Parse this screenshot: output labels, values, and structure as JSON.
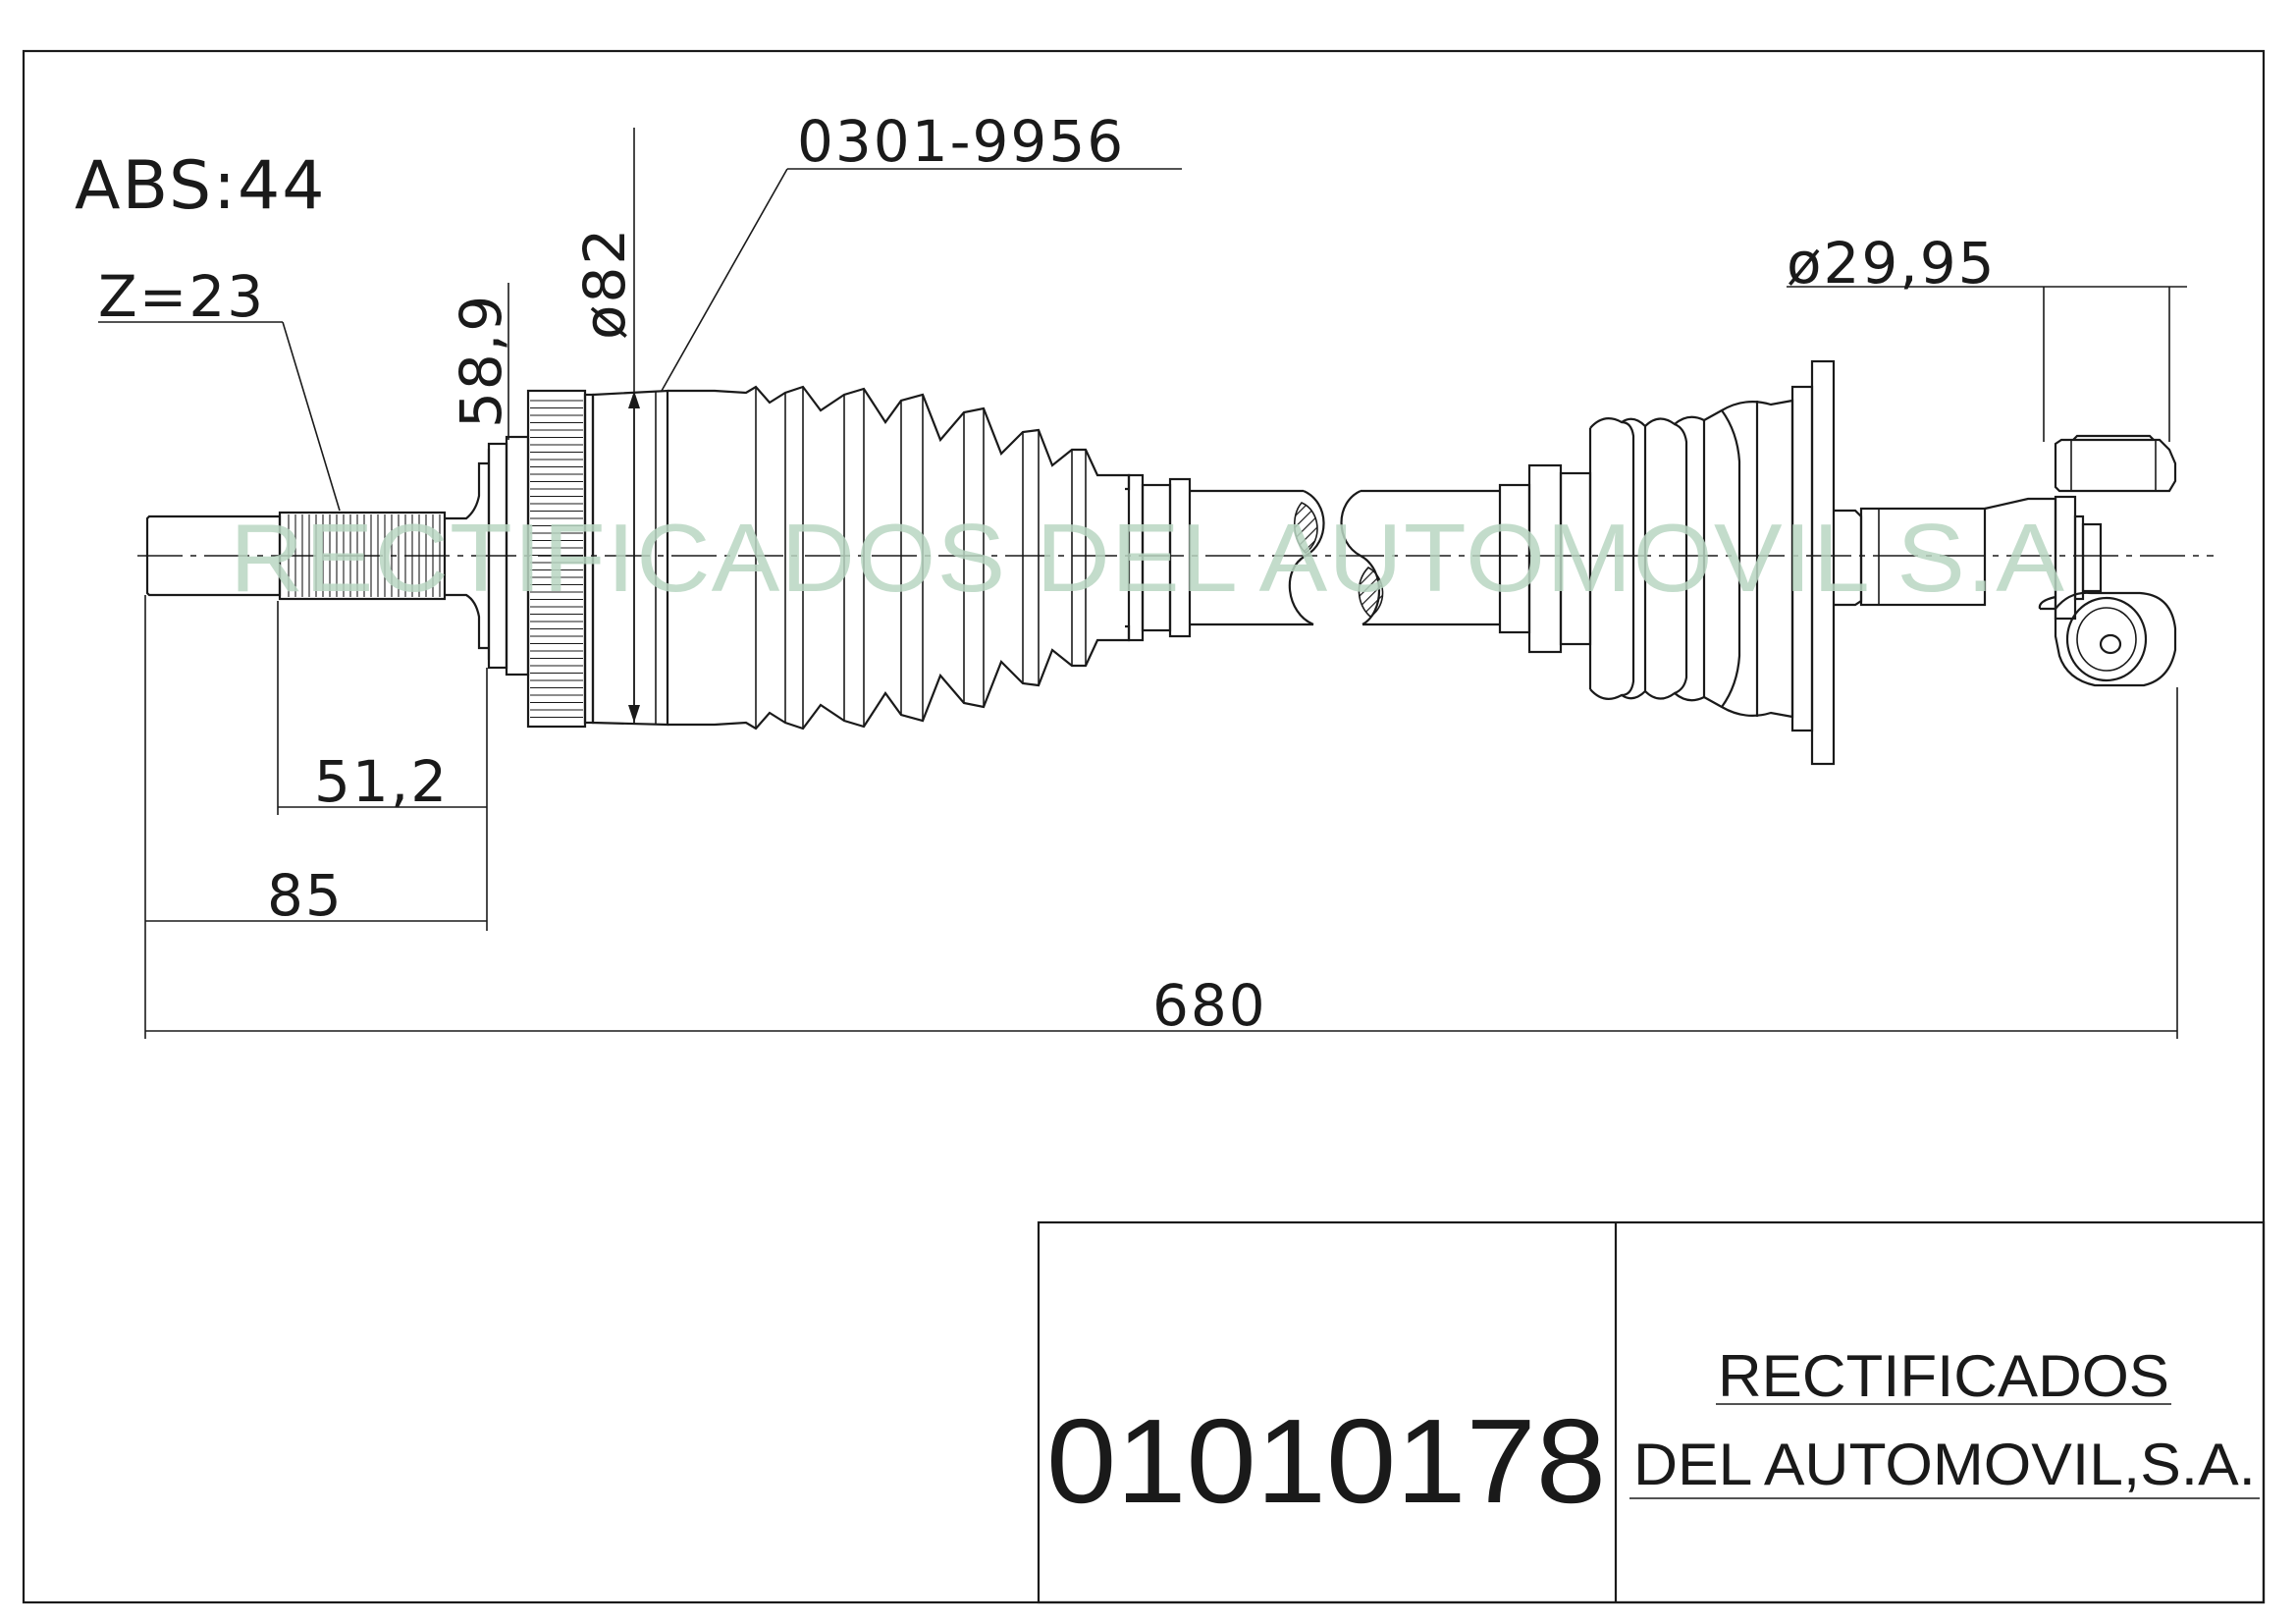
{
  "drawing": {
    "abs_label": "ABS:44",
    "spline_label": "Z=23",
    "boot_ref": "0301-9956",
    "dim_outer_dia": "ø82",
    "dim_stub_dia": "58,9",
    "dim_end_dia": "ø29,95",
    "dim_spline_len": "51,2",
    "dim_stub_len": "85",
    "dim_total_len": "680",
    "watermark": "RECTIFICADOS DEL AUTOMOVIL S.A"
  },
  "title_block": {
    "part_number": "01010178",
    "company_line1": "RECTIFICADOS",
    "company_line2": "DEL AUTOMOVIL,S.A."
  }
}
